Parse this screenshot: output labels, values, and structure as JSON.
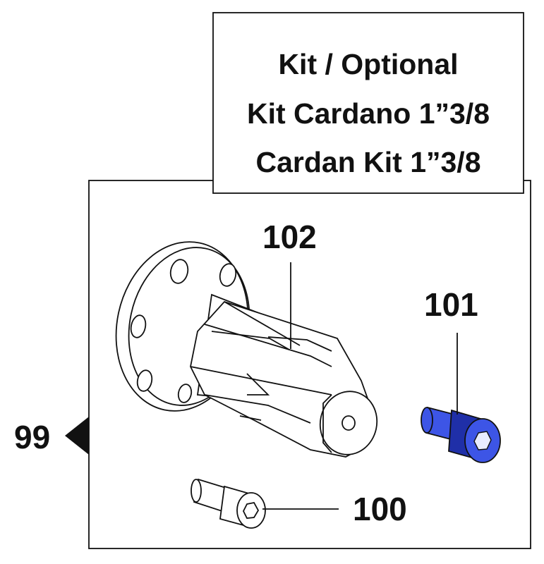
{
  "title": {
    "line1": "Kit / Optional",
    "line2": "Kit Cardano 1”3/8",
    "line3": "Cardan Kit 1”3/8"
  },
  "callouts": {
    "kit_ref": "99",
    "screw_small": "100",
    "screw_blue": "101",
    "shaft": "102"
  },
  "colors": {
    "line": "#111111",
    "screw_blue_fill": "#3d55e6",
    "screw_blue_dark": "#1f2fa8",
    "background": "#ffffff"
  }
}
